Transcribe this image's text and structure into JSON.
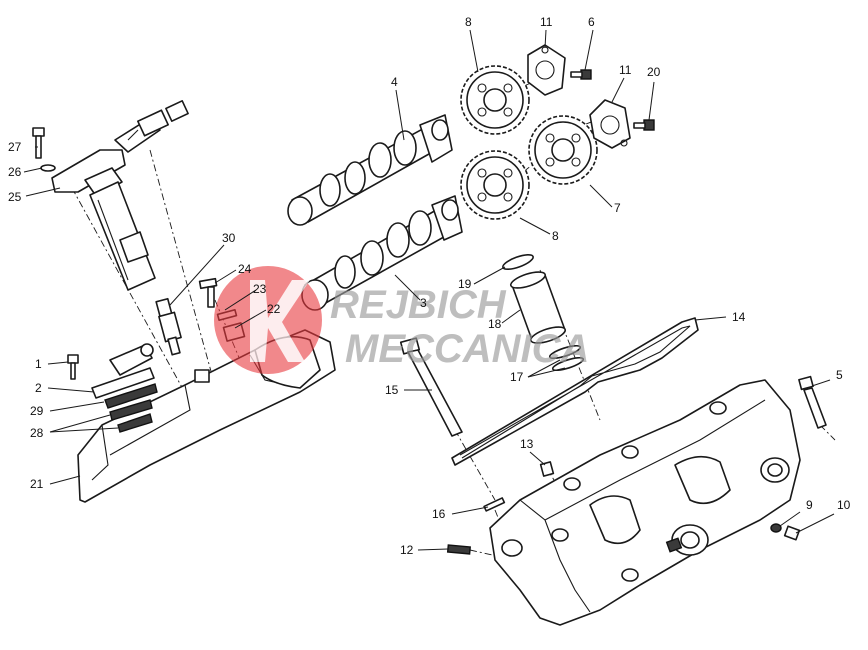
{
  "callouts": [
    {
      "id": "c8a",
      "text": "8"
    },
    {
      "id": "c11a",
      "text": "11"
    },
    {
      "id": "c6",
      "text": "6"
    },
    {
      "id": "c4",
      "text": "4"
    },
    {
      "id": "c11b",
      "text": "11"
    },
    {
      "id": "c20",
      "text": "20"
    },
    {
      "id": "c27",
      "text": "27"
    },
    {
      "id": "c26",
      "text": "26"
    },
    {
      "id": "c25",
      "text": "25"
    },
    {
      "id": "c7",
      "text": "7"
    },
    {
      "id": "c8b",
      "text": "8"
    },
    {
      "id": "c30",
      "text": "30"
    },
    {
      "id": "c24",
      "text": "24"
    },
    {
      "id": "c19",
      "text": "19"
    },
    {
      "id": "c23",
      "text": "23"
    },
    {
      "id": "c22",
      "text": "22"
    },
    {
      "id": "c3",
      "text": "3"
    },
    {
      "id": "c18",
      "text": "18"
    },
    {
      "id": "c14",
      "text": "14"
    },
    {
      "id": "c1",
      "text": "1"
    },
    {
      "id": "c2",
      "text": "2"
    },
    {
      "id": "c29",
      "text": "29"
    },
    {
      "id": "c28",
      "text": "28"
    },
    {
      "id": "c15",
      "text": "15"
    },
    {
      "id": "c17",
      "text": "17"
    },
    {
      "id": "c5",
      "text": "5"
    },
    {
      "id": "c21",
      "text": "21"
    },
    {
      "id": "c13",
      "text": "13"
    },
    {
      "id": "c16",
      "text": "16"
    },
    {
      "id": "c9",
      "text": "9"
    },
    {
      "id": "c10",
      "text": "10"
    },
    {
      "id": "c12",
      "text": "12"
    }
  ],
  "watermark": {
    "line1": "REJBICH",
    "line2": "MECCANICA",
    "logo_color": "#e8383d"
  }
}
